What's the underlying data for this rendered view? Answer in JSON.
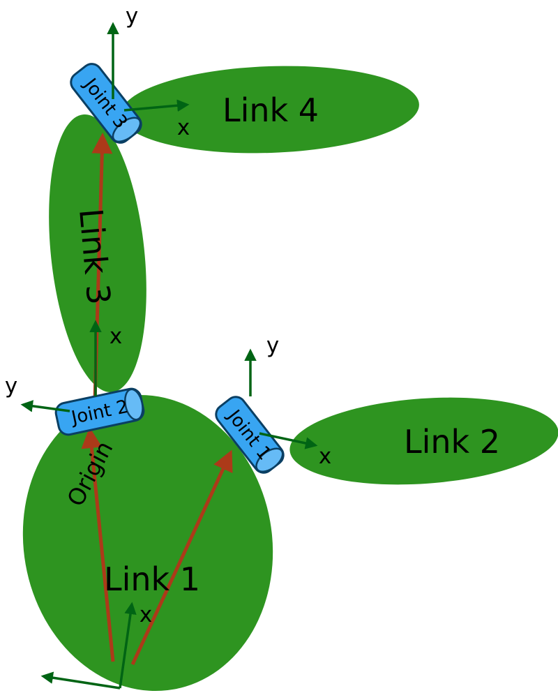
{
  "diagram": {
    "links": [
      {
        "label": "Link 1"
      },
      {
        "label": "Link 2"
      },
      {
        "label": "Link 3"
      },
      {
        "label": "Link 4"
      }
    ],
    "joints": [
      {
        "label": "Joint 1"
      },
      {
        "label": "Joint 2"
      },
      {
        "label": "Joint 3"
      }
    ],
    "origin_label": "Origin",
    "frames": {
      "origin": {
        "x": "x"
      },
      "joint1": {
        "x": "x",
        "y": "y"
      },
      "joint2": {
        "x": "x",
        "y": "y"
      },
      "joint3": {
        "x": "x",
        "y": "y"
      }
    },
    "colors": {
      "link_fill": "#2E9420",
      "joint_fill": "#38A5F2",
      "joint_cap": "#66BBF6",
      "joint_stroke": "#0A3F63",
      "axis": "#006414",
      "frame_arrow": "#AC3A19",
      "text": "#000000"
    }
  }
}
